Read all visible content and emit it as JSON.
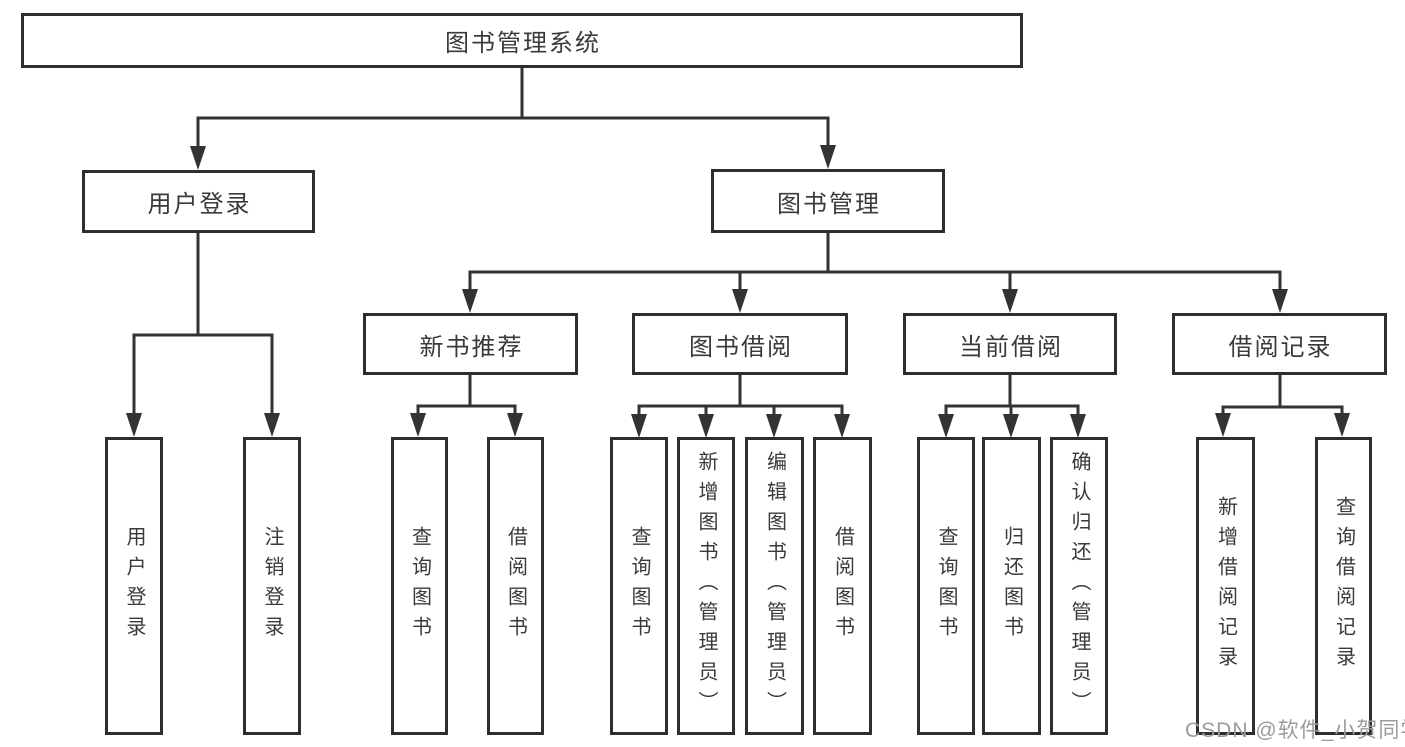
{
  "tree": {
    "root": {
      "label": "图书管理系统",
      "children": [
        {
          "label": "用户登录",
          "children": [
            {
              "label": "用户登录"
            },
            {
              "label": "注销登录"
            }
          ]
        },
        {
          "label": "图书管理",
          "children": [
            {
              "label": "新书推荐",
              "children": [
                {
                  "label": "查询图书"
                },
                {
                  "label": "借阅图书"
                }
              ]
            },
            {
              "label": "图书借阅",
              "children": [
                {
                  "label": "查询图书"
                },
                {
                  "label": "新增图书（管理员）"
                },
                {
                  "label": "编辑图书（管理员）"
                },
                {
                  "label": "借阅图书"
                }
              ]
            },
            {
              "label": "当前借阅",
              "children": [
                {
                  "label": "查询图书"
                },
                {
                  "label": "归还图书"
                },
                {
                  "label": "确认归还（管理员）"
                }
              ]
            },
            {
              "label": "借阅记录",
              "children": [
                {
                  "label": "新增借阅记录"
                },
                {
                  "label": "查询借阅记录"
                }
              ]
            }
          ]
        }
      ]
    }
  },
  "watermark": {
    "text": "CSDN @软件_小贺同学",
    "color": "#9b9b9b"
  },
  "colors": {
    "background": "#ffffff",
    "line": "#333333",
    "box_border": "#2e2e2e",
    "text": "#3a3a3a"
  }
}
